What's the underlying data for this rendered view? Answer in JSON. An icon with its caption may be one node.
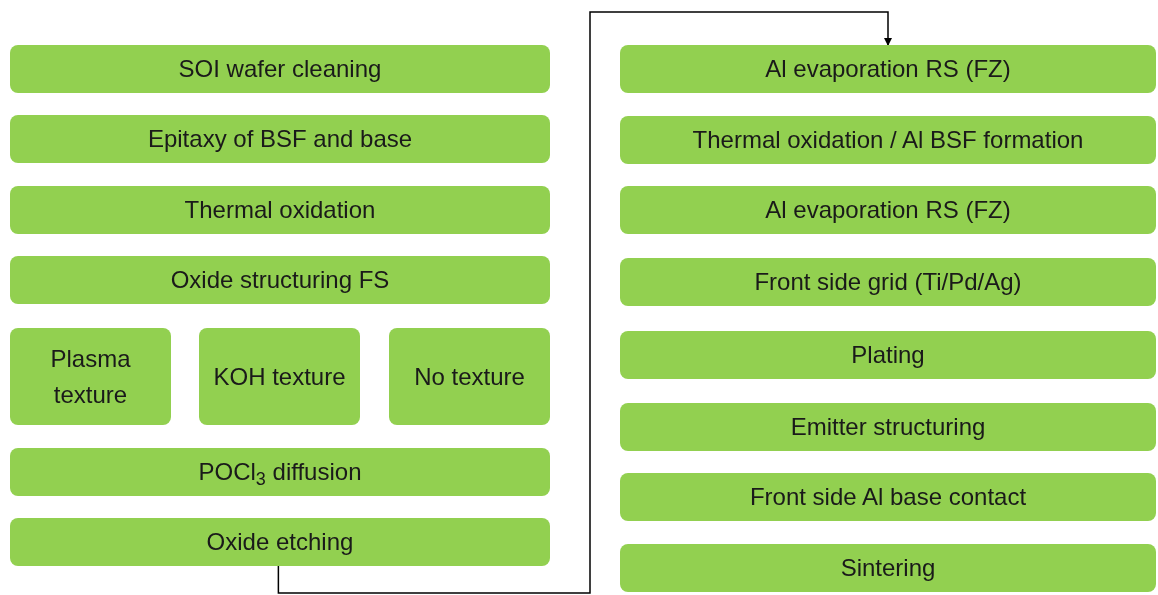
{
  "diagram": {
    "nodes": [
      {
        "text": [
          "SOI wafer cleaning"
        ]
      },
      {
        "text": [
          "Epitaxy of BSF and base"
        ]
      },
      {
        "text": [
          "Thermal oxidation"
        ]
      },
      {
        "text": [
          "Oxide structuring FS"
        ]
      },
      {
        "text": [
          "Plasma texture"
        ]
      },
      {
        "text": [
          "KOH texture"
        ]
      },
      {
        "text": [
          "No texture"
        ]
      },
      {
        "text": [
          "POCl$_{3}$ diffusion"
        ]
      },
      {
        "text": [
          "Oxide etching"
        ]
      },
      {
        "text": [
          "Al evaporation RS (FZ)"
        ]
      },
      {
        "text": [
          "Thermal oxidation / Al BSF formation"
        ]
      },
      {
        "text": [
          "Al evaporation RS (FZ)"
        ]
      },
      {
        "text": [
          "Front side grid (Ti/Pd/Ag)"
        ]
      },
      {
        "text": [
          "Plating"
        ]
      },
      {
        "text": [
          "Emitter structuring"
        ]
      },
      {
        "text": [
          "Front side Al base contact"
        ]
      },
      {
        "text": [
          "Sintering"
        ]
      }
    ],
    "edges": [
      {
        "from": 8,
        "to": 9,
        "arrow": "to"
      }
    ]
  }
}
